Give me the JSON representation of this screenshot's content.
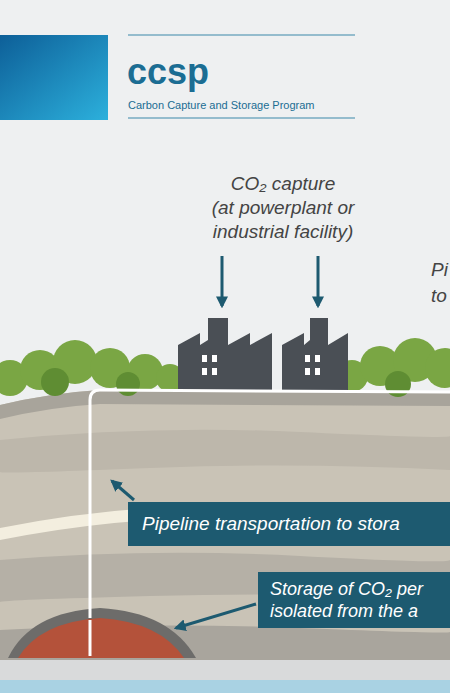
{
  "diagram": {
    "title": "ccsp",
    "nodes": [
      {
        "text": [
          "Pipeline transportation to stora"
        ]
      },
      {
        "text": [
          "Storage of CO₂ per isolated from the a"
        ]
      }
    ],
    "labels": [
      "Carbon Capture and Storage Program",
      "CO₂ capture",
      "(at powerplant or industrial facility)",
      "Pi",
      "to"
    ]
  }
}
